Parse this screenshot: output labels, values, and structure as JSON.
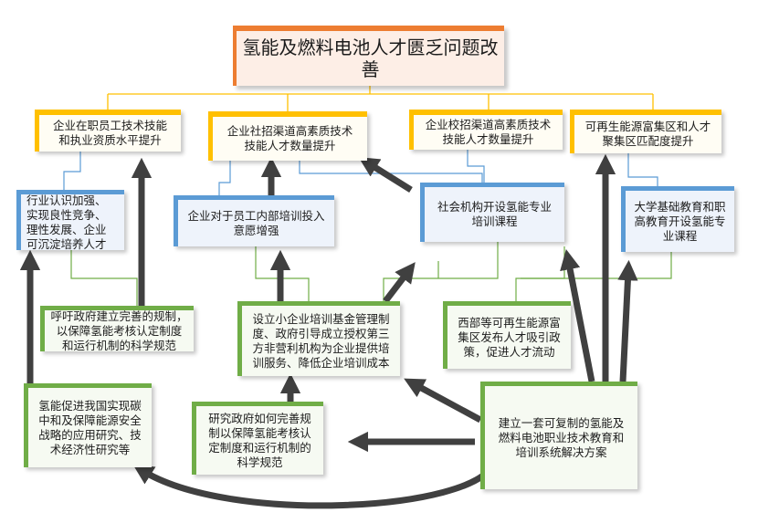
{
  "colors": {
    "title_accent": "#ed7d31",
    "outcome_accent": "#ffc000",
    "path_accent": "#5b9bd5",
    "action_accent": "#70ad47",
    "arrow": "#404040"
  },
  "nodes": {
    "title": "氢能及燃料电池人才匮乏问题改善",
    "outcome_1": "企业在职员工技术技能\n和执业资质水平提升",
    "outcome_2": "企业社招渠道高素质技术\n技能人才数量提升",
    "outcome_3": "企业校招渠道高素质技术\n技能人才数量提升",
    "outcome_4": "可再生能源富集区和人才\n聚集区匹配度提升",
    "path_1": "行业认识加强、\n实现良性竞争、\n理性发展、企业\n可沉淀培养人才",
    "path_2": "企业对于员工内部培训投入\n意愿增强",
    "path_3": "社会机构开设氢能专业\n培训课程",
    "path_4": "大学基础教育和职\n高教育开设氢能专\n业课程",
    "action_1": "呼吁政府建立完善的规制，\n以保障氢能考核认定制度\n和运行机制的科学规范",
    "action_2": "设立小企业培训基金管理制\n度、政府引导成立授权第三\n方非营利机构为企业提供培\n训服务、降低企业培训成本",
    "action_3": "西部等可再生能源富\n集区发布人才吸引政\n策，促进人才流动",
    "action_4": "氢能促进我国实现碳\n中和及保障能源安全\n战略的应用研究、技\n术经济性研究等",
    "action_5": "研究政府如何完善规\n制以保障氢能考核认\n定制度和运行机制的\n科学规范",
    "solution": "建立一套可复制的氢能及\n燃料电池职业技术教育和\n培训系统解决方案"
  }
}
